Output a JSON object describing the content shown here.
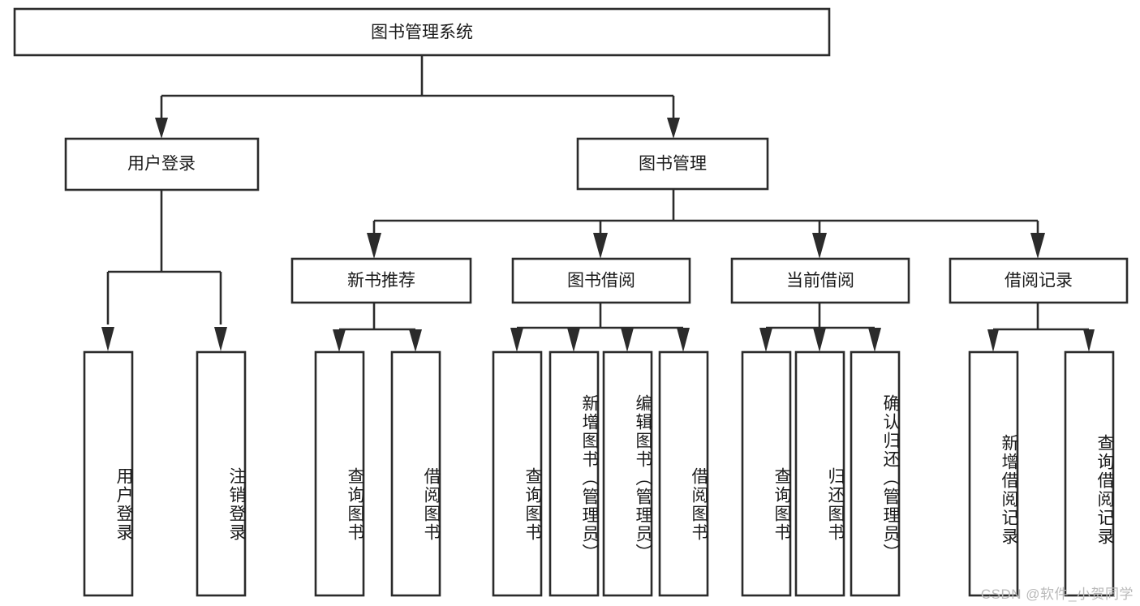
{
  "diagram": {
    "title": "图书管理系统",
    "type": "tree",
    "colors": {
      "line": "#2b2b2b",
      "box_fill": "#ffffff",
      "text": "#1b1b1b",
      "watermark": "#b9b9b9"
    },
    "root": {
      "id": "root",
      "label": "图书管理系统",
      "orientation": "horizontal"
    },
    "level2": [
      {
        "id": "user-login",
        "label": "用户登录",
        "orientation": "horizontal"
      },
      {
        "id": "book-manage",
        "label": "图书管理",
        "orientation": "horizontal"
      }
    ],
    "level3": [
      {
        "id": "new-book-recommend",
        "label": "新书推荐",
        "parent": "book-manage",
        "orientation": "horizontal"
      },
      {
        "id": "book-borrow",
        "label": "图书借阅",
        "parent": "book-manage",
        "orientation": "horizontal"
      },
      {
        "id": "current-borrow",
        "label": "当前借阅",
        "parent": "book-manage",
        "orientation": "horizontal"
      },
      {
        "id": "borrow-record",
        "label": "借阅记录",
        "parent": "book-manage",
        "orientation": "horizontal"
      }
    ],
    "leaves": [
      {
        "id": "leaf-user-login",
        "label": "用户登录",
        "parent": "user-login",
        "orientation": "vertical"
      },
      {
        "id": "leaf-user-logout",
        "label": "注销登录",
        "parent": "user-login",
        "orientation": "vertical"
      },
      {
        "id": "leaf-query-book-1",
        "label": "查询图书",
        "parent": "new-book-recommend",
        "orientation": "vertical"
      },
      {
        "id": "leaf-borrow-book-1",
        "label": "借阅图书",
        "parent": "new-book-recommend",
        "orientation": "vertical"
      },
      {
        "id": "leaf-query-book-2",
        "label": "查询图书",
        "parent": "book-borrow",
        "orientation": "vertical"
      },
      {
        "id": "leaf-add-book",
        "label": "新增图书（管理员）",
        "parent": "book-borrow",
        "orientation": "vertical"
      },
      {
        "id": "leaf-edit-book",
        "label": "编辑图书（管理员）",
        "parent": "book-borrow",
        "orientation": "vertical"
      },
      {
        "id": "leaf-borrow-book-2",
        "label": "借阅图书",
        "parent": "book-borrow",
        "orientation": "vertical"
      },
      {
        "id": "leaf-query-book-3",
        "label": "查询图书",
        "parent": "current-borrow",
        "orientation": "vertical"
      },
      {
        "id": "leaf-return-book",
        "label": "归还图书",
        "parent": "current-borrow",
        "orientation": "vertical"
      },
      {
        "id": "leaf-confirm-return",
        "label": "确认归还（管理员）",
        "parent": "current-borrow",
        "orientation": "vertical"
      },
      {
        "id": "leaf-add-record",
        "label": "新增借阅记录",
        "parent": "borrow-record",
        "orientation": "vertical"
      },
      {
        "id": "leaf-query-record",
        "label": "查询借阅记录",
        "parent": "borrow-record",
        "orientation": "vertical"
      }
    ]
  },
  "watermark": {
    "text": "CSDN @软件_小贺同学"
  }
}
